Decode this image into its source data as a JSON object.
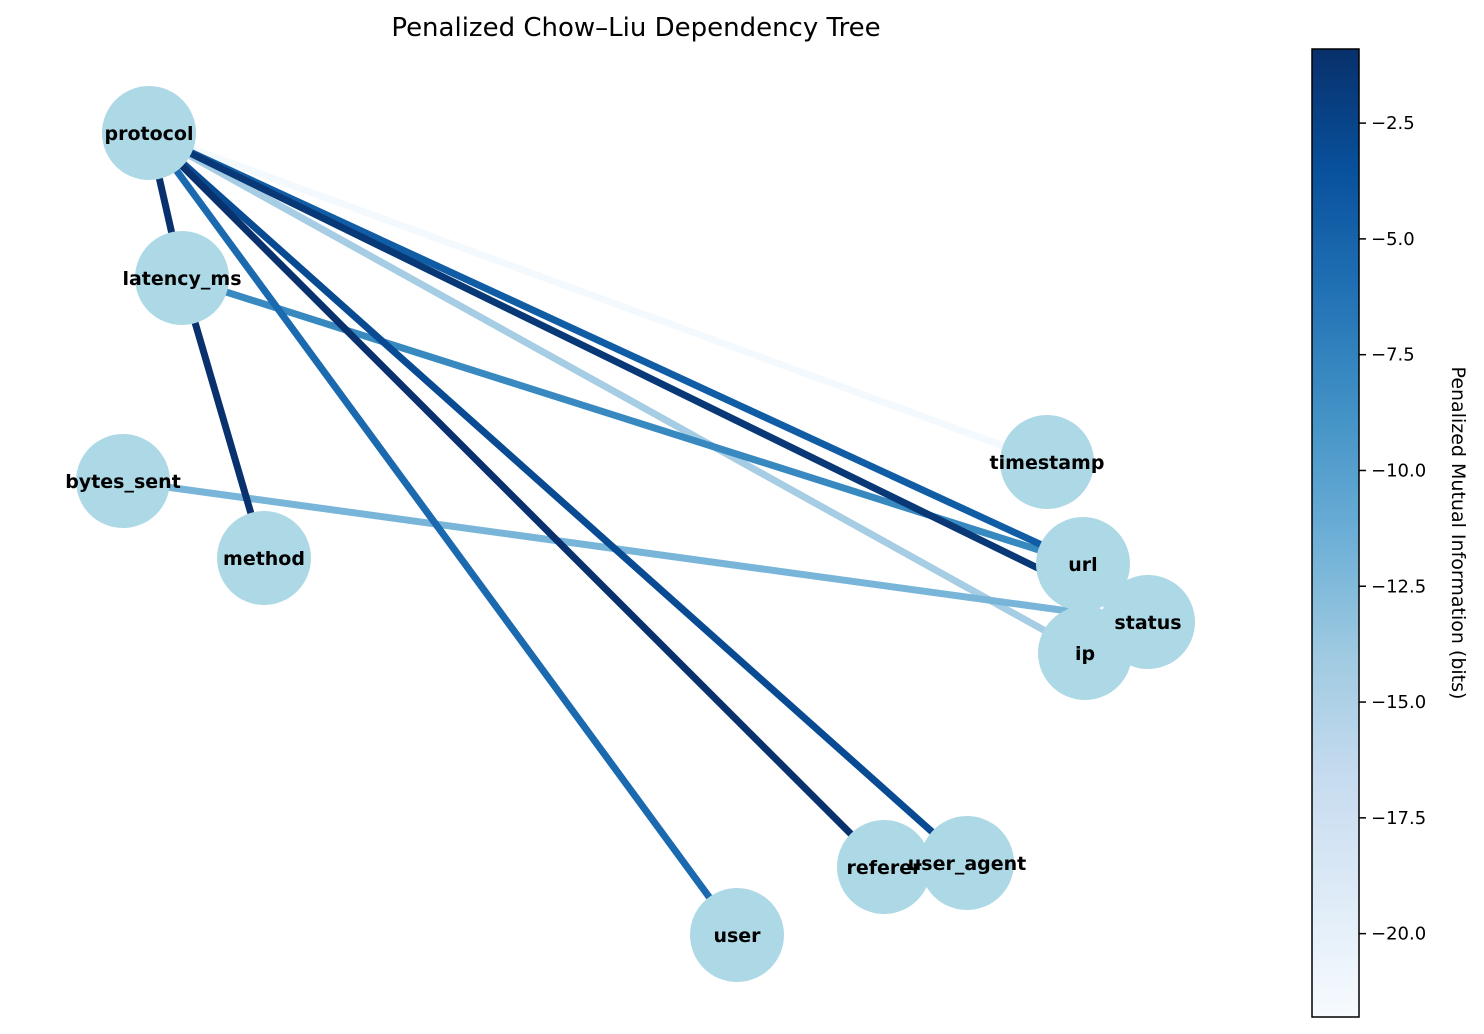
{
  "title": "Penalized Chow–Liu Dependency Tree",
  "node_color": "#add8e6",
  "nodes": [
    {
      "id": "protocol",
      "label": "protocol"
    },
    {
      "id": "latency_ms",
      "label": "latency_ms"
    },
    {
      "id": "bytes_sent",
      "label": "bytes_sent"
    },
    {
      "id": "method",
      "label": "method"
    },
    {
      "id": "timestamp",
      "label": "timestamp"
    },
    {
      "id": "url",
      "label": "url"
    },
    {
      "id": "status",
      "label": "status"
    },
    {
      "id": "ip",
      "label": "ip"
    },
    {
      "id": "referer",
      "label": "referer"
    },
    {
      "id": "user_agent",
      "label": "user_agent"
    },
    {
      "id": "user",
      "label": "user"
    }
  ],
  "edges": [
    {
      "source": "protocol",
      "target": "timestamp",
      "weight": -21.5
    },
    {
      "source": "protocol",
      "target": "ip",
      "weight": -14.5
    },
    {
      "source": "bytes_sent",
      "target": "status",
      "weight": -12.0
    },
    {
      "source": "latency_ms",
      "target": "url",
      "weight": -8.0
    },
    {
      "source": "protocol",
      "target": "user",
      "weight": -5.5
    },
    {
      "source": "protocol",
      "target": "url",
      "weight": -4.5
    },
    {
      "source": "protocol",
      "target": "user_agent",
      "weight": -3.0
    },
    {
      "source": "protocol",
      "target": "status",
      "weight": -1.5
    },
    {
      "source": "protocol",
      "target": "referer",
      "weight": -1.0
    },
    {
      "source": "protocol",
      "target": "latency_ms",
      "weight": -1.0
    },
    {
      "source": "latency_ms",
      "target": "method",
      "weight": -1.0
    }
  ],
  "colorbar": {
    "label": "Penalized Mutual Information (bits)",
    "min": -21.8,
    "max": -0.9,
    "ticks": [
      {
        "value": -2.5,
        "label": "−2.5"
      },
      {
        "value": -5.0,
        "label": "−5.0"
      },
      {
        "value": -7.5,
        "label": "−7.5"
      },
      {
        "value": -10.0,
        "label": "−10.0"
      },
      {
        "value": -12.5,
        "label": "−12.5"
      },
      {
        "value": -15.0,
        "label": "−15.0"
      },
      {
        "value": -17.5,
        "label": "−17.5"
      },
      {
        "value": -20.0,
        "label": "−20.0"
      }
    ],
    "colormap": "Blues",
    "stops": [
      "#f7fbff",
      "#deebf7",
      "#c6dbef",
      "#9ecae1",
      "#6baed6",
      "#4292c6",
      "#2171b5",
      "#08519c",
      "#08306b"
    ]
  }
}
